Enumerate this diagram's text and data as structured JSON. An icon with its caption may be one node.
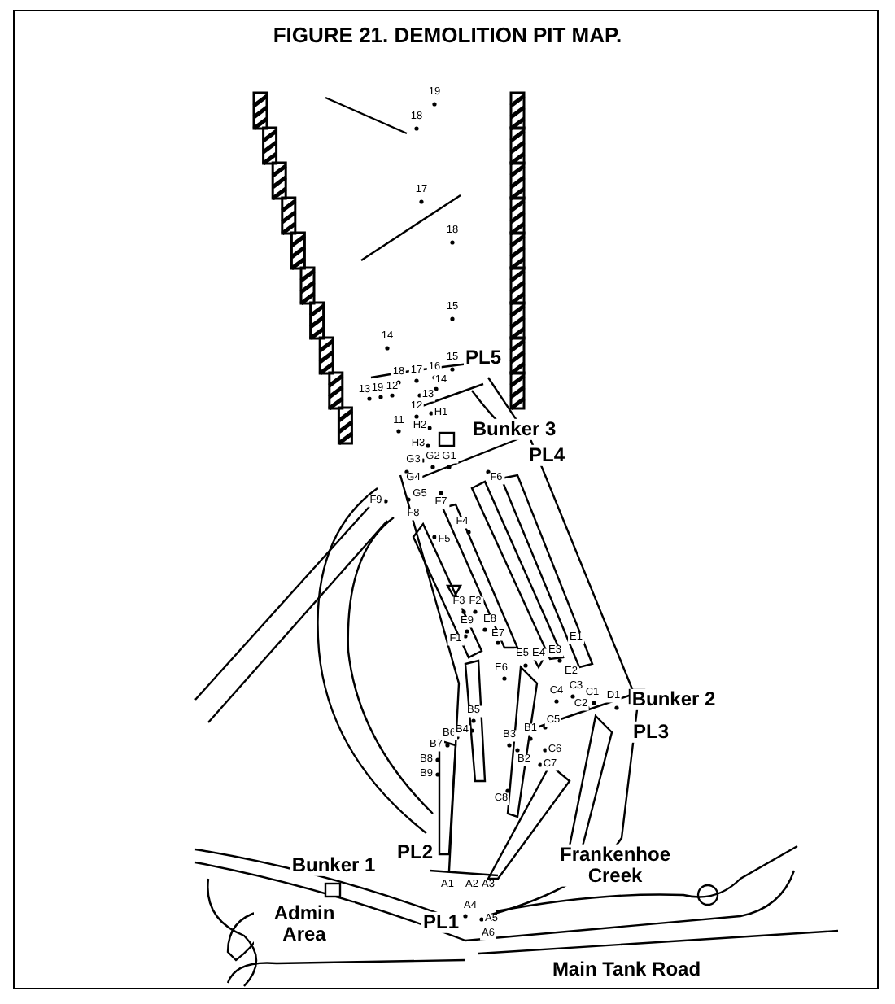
{
  "diagram": {
    "title": "FIGURE 21. DEMOLITION PIT MAP.",
    "labels": [
      "19",
      "18",
      "17",
      "18",
      "15",
      "14",
      "15",
      "PL5",
      "18",
      "17",
      "16",
      "13",
      "19",
      "12",
      "14",
      "13",
      "12",
      "H1",
      "Bunker 3",
      "11",
      "H2",
      "H3",
      "PL4",
      "G3",
      "G2",
      "G1",
      "G4",
      "F6",
      "F9",
      "G5",
      "F7",
      "F8",
      "F4",
      "F5",
      "F3",
      "F2",
      "E9",
      "E8",
      "F1",
      "E7",
      "E1",
      "E5",
      "E4",
      "E3",
      "E6",
      "E2",
      "C3",
      "C4",
      "C1",
      "C2",
      "D1",
      "Bunker 2",
      "B5",
      "C5",
      "B1",
      "B6",
      "B4",
      "B3",
      "C6",
      "B7",
      "B2",
      "PL3",
      "C7",
      "B8",
      "B9",
      "C8",
      "Bunker 1",
      "PL2",
      "Frankenhoe Creek",
      "A1",
      "A2",
      "A3",
      "A4",
      "PL1",
      "A5",
      "A6",
      "Admin Area",
      "Main Tank Road"
    ]
  }
}
